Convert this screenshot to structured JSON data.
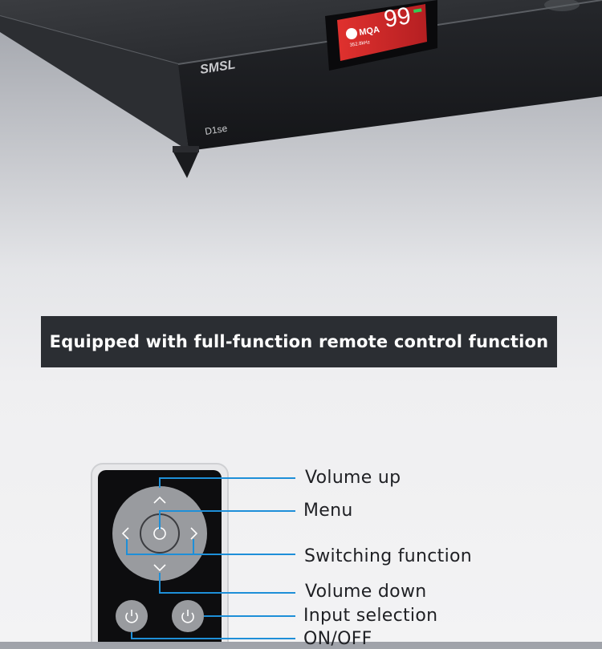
{
  "product": {
    "brand_logo": "SMSL",
    "model_label": "D1se",
    "display": {
      "mqa_label": "MQA",
      "volume_value": "99",
      "sample_rate": "352.8kHz"
    }
  },
  "banner": {
    "title": "Equipped with full-function remote control function"
  },
  "remote": {
    "callouts": [
      {
        "id": "volume-up",
        "label": "Volume up"
      },
      {
        "id": "menu",
        "label": "Menu"
      },
      {
        "id": "switching",
        "label": "Switching function"
      },
      {
        "id": "volume-down",
        "label": "Volume down"
      },
      {
        "id": "input",
        "label": "Input selection"
      },
      {
        "id": "onoff",
        "label": "ON/OFF"
      }
    ],
    "line_color": "#1e8fd8"
  }
}
